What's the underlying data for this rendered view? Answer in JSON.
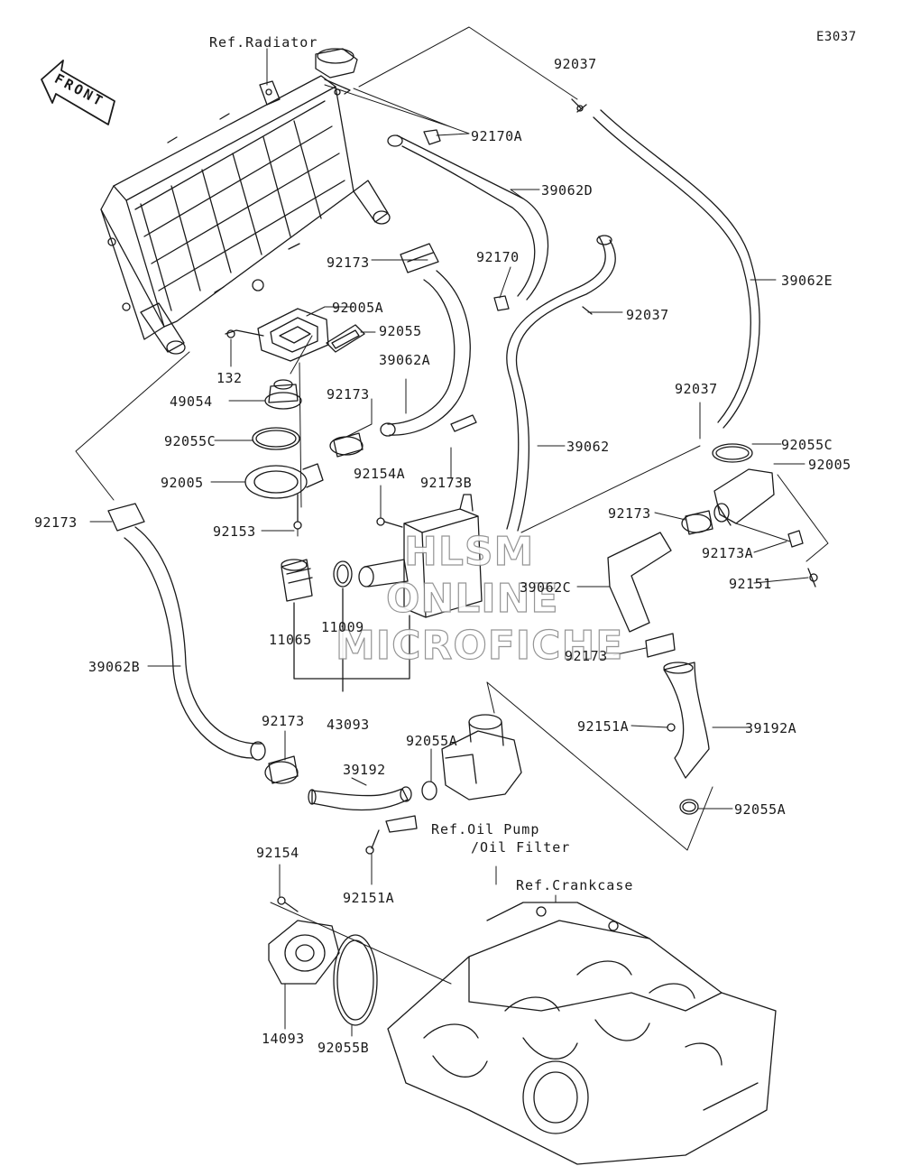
{
  "diagram_code": "E3037",
  "front_label": "FRONT",
  "watermark": [
    "HLSM",
    "ONLINE",
    "MICROFICHE"
  ],
  "refs": {
    "radiator": "Ref.Radiator",
    "oil_pump": [
      "Ref.Oil Pump",
      "/Oil Filter"
    ],
    "crankcase": "Ref.Crankcase"
  },
  "parts": {
    "p92037_top": "92037",
    "p92170A": "92170A",
    "p39062D": "39062D",
    "p92173_a": "92173",
    "p92170": "92170",
    "p39062E": "39062E",
    "p92005A": "92005A",
    "p92037_mid": "92037",
    "p92055": "92055",
    "p132": "132",
    "p39062A": "39062A",
    "p49054": "49054",
    "p92173_b": "92173",
    "p92037_right": "92037",
    "p39062": "39062",
    "p92055C_left": "92055C",
    "p92055C_right": "92055C",
    "p92005_right": "92005",
    "p92154A": "92154A",
    "p92173B": "92173B",
    "p92005_left": "92005",
    "p92173_c": "92173",
    "p92173_left": "92173",
    "p92153": "92153",
    "p92173A": "92173A",
    "p39062C": "39062C",
    "p92151": "92151",
    "p11065": "11065",
    "p11009": "11009",
    "p92173_d": "92173",
    "p39062B": "39062B",
    "p43093": "43093",
    "p92151A_right": "92151A",
    "p39192A": "39192A",
    "p92173_e": "92173",
    "p92055A_mid": "92055A",
    "p39192": "39192",
    "p92055A_right": "92055A",
    "p92154": "92154",
    "p92151A_bottom": "92151A",
    "p14093": "14093",
    "p92055B": "92055B"
  }
}
